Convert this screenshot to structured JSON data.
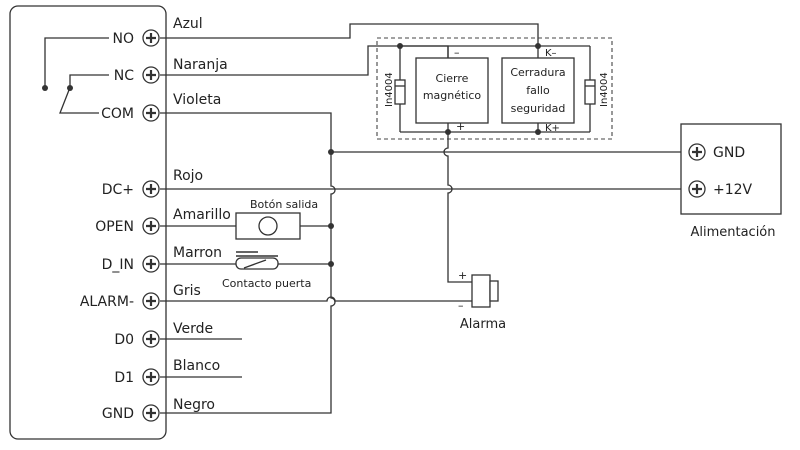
{
  "controller": {
    "terminals": [
      {
        "id": "no",
        "label": "NO",
        "wire": "Azul"
      },
      {
        "id": "nc",
        "label": "NC",
        "wire": "Naranja"
      },
      {
        "id": "com",
        "label": "COM",
        "wire": "Violeta"
      },
      {
        "id": "dcplus",
        "label": "DC+",
        "wire": "Rojo"
      },
      {
        "id": "open",
        "label": "OPEN",
        "wire": "Amarillo"
      },
      {
        "id": "din",
        "label": "D_IN",
        "wire": "Marron"
      },
      {
        "id": "alarm",
        "label": "ALARM-",
        "wire": "Gris"
      },
      {
        "id": "d0",
        "label": "D0",
        "wire": "Verde"
      },
      {
        "id": "d1",
        "label": "D1",
        "wire": "Blanco"
      },
      {
        "id": "gnd",
        "label": "GND",
        "wire": "Negro"
      }
    ]
  },
  "locks": {
    "diode_left": "In4004",
    "diode_right": "In4004",
    "magnetic_lock": [
      "Cierre",
      "magnético"
    ],
    "fail_secure_lock": [
      "Cerradura",
      "fallo",
      "seguridad"
    ],
    "minus": "–",
    "plus": "+",
    "k_minus": "K–",
    "k_plus": "K+"
  },
  "exit_button": "Botón salida",
  "door_contact": "Contacto puerta",
  "alarm": {
    "label": "Alarma",
    "plus": "+",
    "minus": "–"
  },
  "power_supply": {
    "label": "Alimentación",
    "gnd": "GND",
    "v12": "+12V"
  }
}
